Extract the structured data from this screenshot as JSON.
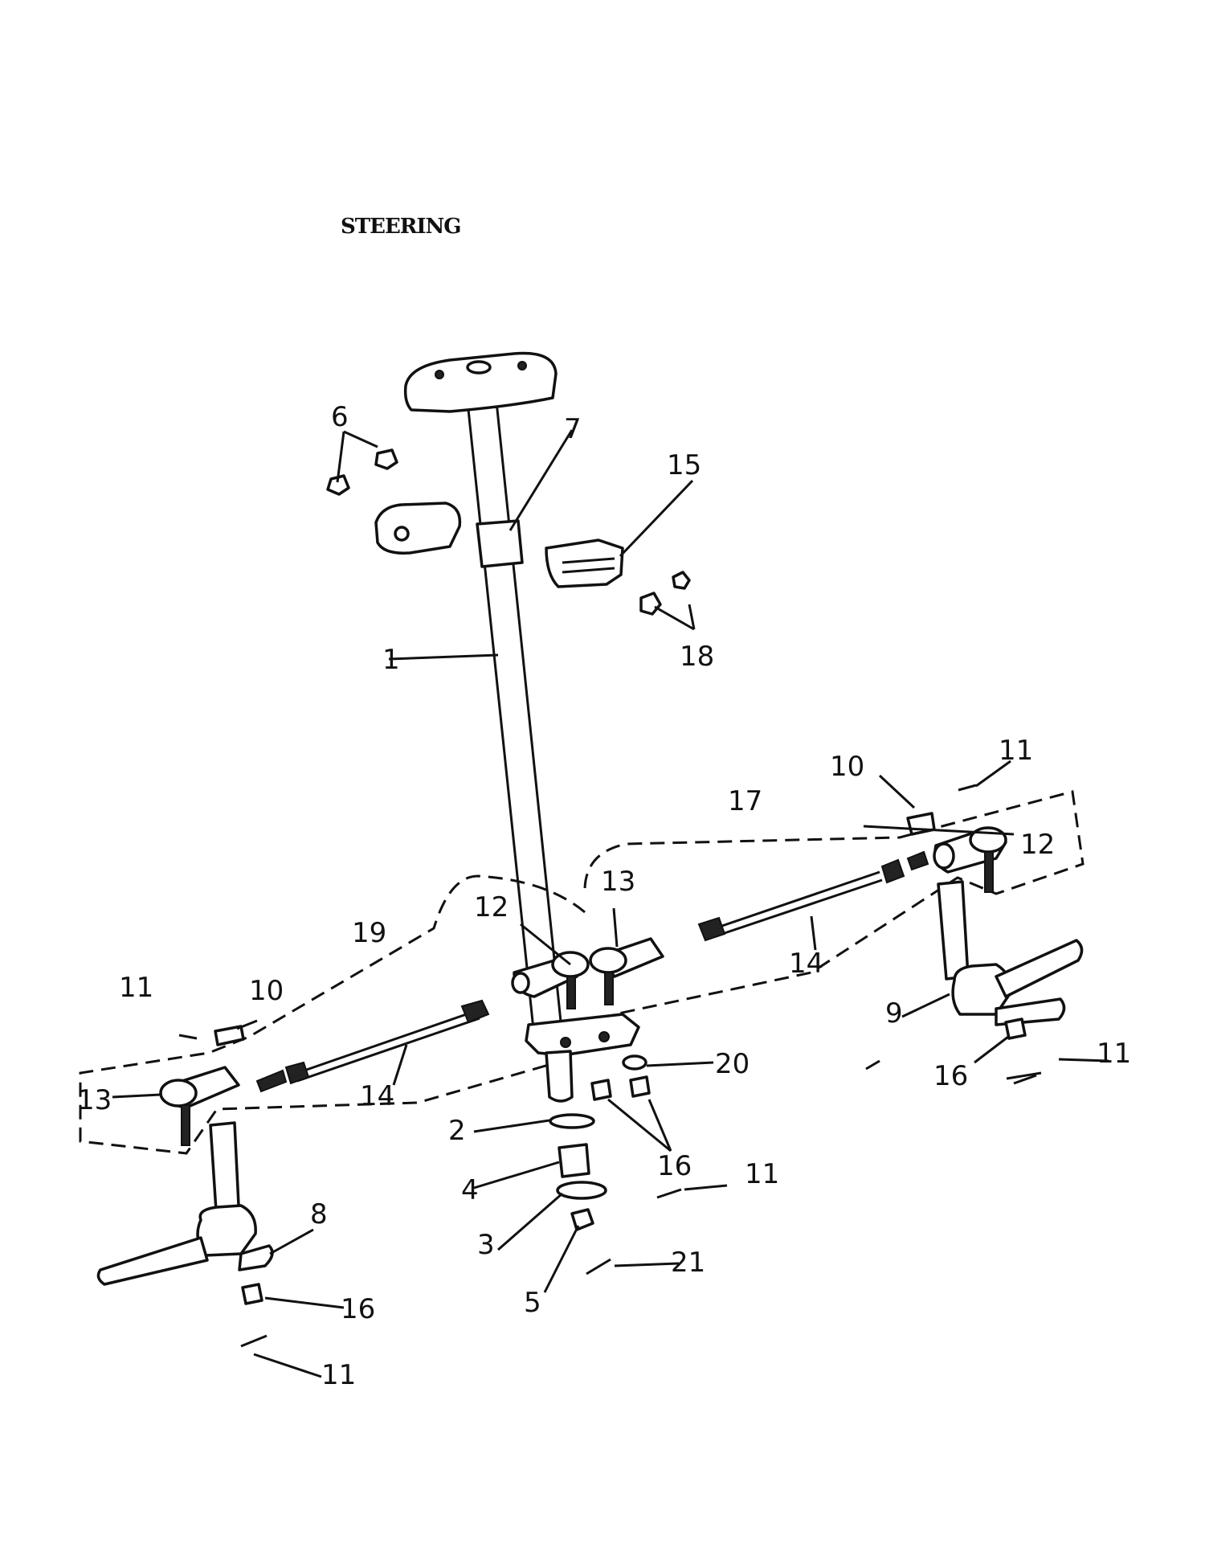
{
  "title": "STEERING",
  "callouts": {
    "c1": "1",
    "c2": "2",
    "c3": "3",
    "c4": "4",
    "c5": "5",
    "c6": "6",
    "c7": "7",
    "c8": "8",
    "c9": "9",
    "c10a": "10",
    "c10b": "10",
    "c11a": "11",
    "c11b": "11",
    "c11c": "11",
    "c11d": "11",
    "c11e": "11",
    "c12a": "12",
    "c12b": "12",
    "c13a": "13",
    "c13b": "13",
    "c14a": "14",
    "c14b": "14",
    "c15": "15",
    "c16a": "16",
    "c16b": "16",
    "c16c": "16",
    "c17": "17",
    "c18": "18",
    "c19": "19",
    "c20": "20",
    "c21": "21"
  }
}
